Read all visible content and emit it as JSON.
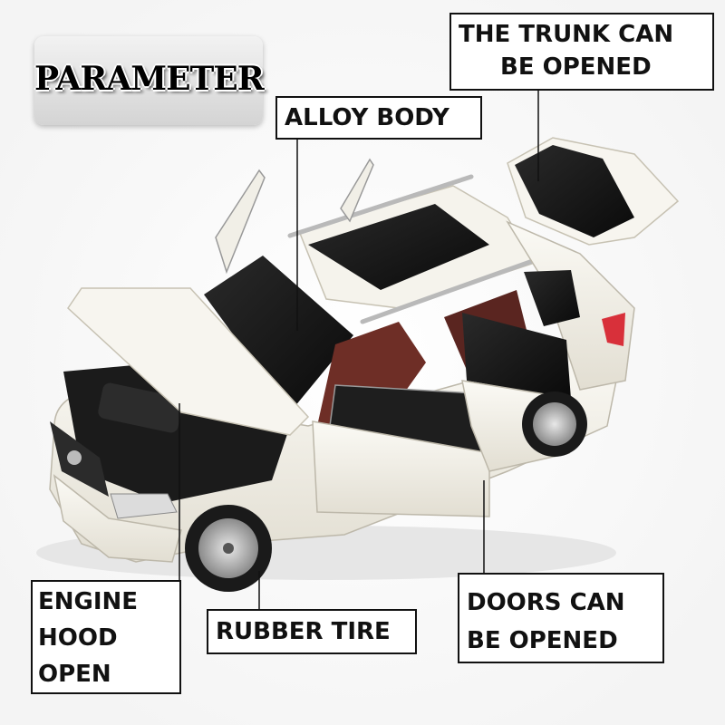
{
  "badge": {
    "label": "PARAMETER"
  },
  "callouts": {
    "trunk": [
      "THE TRUNK CAN",
      "BE OPENED"
    ],
    "alloy_body": "ALLOY BODY",
    "engine_hood": [
      "ENGINE",
      "HOOD",
      "OPEN"
    ],
    "rubber_tire": "RUBBER TIRE",
    "doors": [
      "DOORS CAN",
      "BE OPENED"
    ]
  },
  "colors": {
    "car_body": "#f3f1ea",
    "glass": "#1a1a1a",
    "interior": "#6e2e26",
    "label_border": "#111111",
    "tail_light": "#d8303a"
  }
}
